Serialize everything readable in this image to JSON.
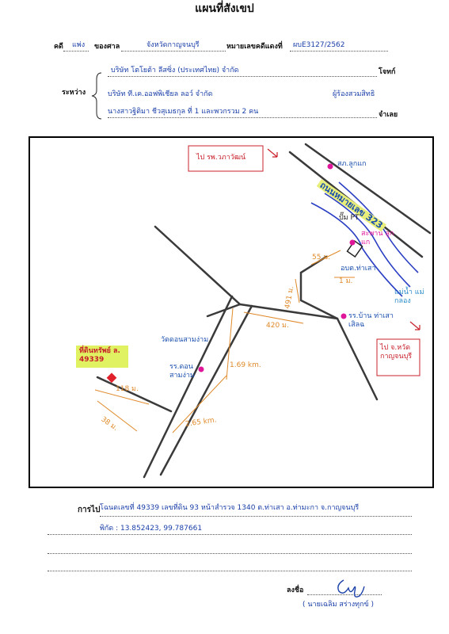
{
  "title": "แผนที่สังเขป",
  "header": {
    "case_label": "คดี",
    "case_type": "แพ่ง",
    "court_label": "ของศาล",
    "court_value": "จังหวัดกาญจนบุรี",
    "black_no_label": "หมายเลขคดีแดงที่",
    "black_no_value": "ผบE3127/2562"
  },
  "parties": {
    "between_label": "ระหว่าง",
    "plaintiff": "บริษัท โตโยต้า ลีสซิ่ง (ประเทศไทย) จำกัด",
    "plaintiff_role": "โจทก์",
    "transferee": "บริษัท ที.เค.ออฟพิเชียล ลอว์ จำกัด",
    "transferee_role": "ผู้ร้องสวมสิทธิ",
    "defendant": "นางสาวฐิติมา ชีวสุเมธกุล ที่ 1 และพวกรวม 2 คน",
    "defendant_role": "จำเลย"
  },
  "map": {
    "road_label": "ถนนหมายเลข 323",
    "to_hospital": "ไป รพ.วภาวัฒน์",
    "to_kanchanaburi": "ไป จ.หวัด กาญจนบุรี",
    "police": "สภ.ลูกแก",
    "gas_station": "ปั๊ม PT",
    "bridge": "สะพาน ลูกแก",
    "district_office": "อบต.ท่าเสา",
    "school_banpong": "รร.บ้าน ท่าเสาเสิลฉ",
    "river": "แม่น้ำ แม่กลอง",
    "temple": "วัดดอนสามง่าม",
    "school_donsam": "รร.ดอน สามง่าม",
    "property_label": "ที่ดินทรัพย์ ล. 49339",
    "dist_55m": "55 ม.",
    "dist_1km": "1 ม.",
    "dist_491m": "491 ม.",
    "dist_420m": "420 ม.",
    "dist_169km": "1.69 km.",
    "dist_265km": "2.65 km.",
    "dist_118m": "118 ม.",
    "dist_38m": "38 ม."
  },
  "footer": {
    "goto_label": "การไป",
    "goto_text": "โฉนดเลขที่ 49339 เลขที่ดิน 93 หน้าสำรวจ 1340 ต.ท่าเสา อ.ท่ามะกา จ.กาญจนบุรี",
    "coords": "พิกัด : 13.852423, 99.787661",
    "sign_label": "ลงชื่อ",
    "signer_name": "(     นายเฉลิม  สร่างทุกข์     )"
  },
  "colors": {
    "road": "#3a3a3a",
    "river": "#2b3fc4",
    "distance": "#e08a2a",
    "landmark": "#e0169a",
    "label_blue": "#1a4fae",
    "label_red": "#c8202a",
    "highlight": "#d8ef3a"
  }
}
